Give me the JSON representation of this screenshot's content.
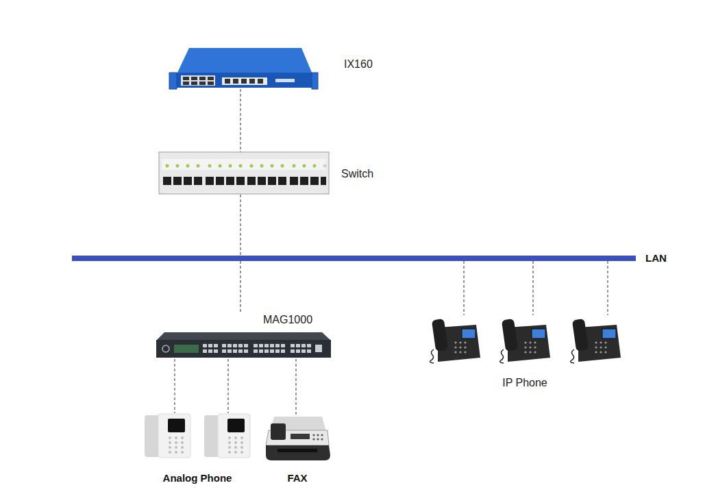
{
  "diagram": {
    "nodes": [
      {
        "text": [
          "IX160"
        ]
      },
      {
        "text": [
          "Switch"
        ]
      },
      {
        "text": [
          "LAN"
        ]
      },
      {
        "text": [
          "MAG1000"
        ]
      },
      {
        "text": [
          "Analog Phone"
        ]
      },
      {
        "text": [
          "FAX"
        ]
      },
      {
        "text": [
          "IP Phone"
        ]
      }
    ],
    "edges": [
      {
        "from": 0,
        "to": 1,
        "arrow": "none"
      },
      {
        "from": 1,
        "to": 2,
        "arrow": "none"
      },
      {
        "from": 2,
        "to": 3,
        "arrow": "none"
      },
      {
        "from": 3,
        "to": 4,
        "arrow": "none"
      },
      {
        "from": 3,
        "to": 4,
        "arrow": "none"
      },
      {
        "from": 3,
        "to": 5,
        "arrow": "none"
      },
      {
        "from": 2,
        "to": 6,
        "arrow": "none"
      },
      {
        "from": 2,
        "to": 6,
        "arrow": "none"
      },
      {
        "from": 2,
        "to": 6,
        "arrow": "none"
      }
    ]
  }
}
